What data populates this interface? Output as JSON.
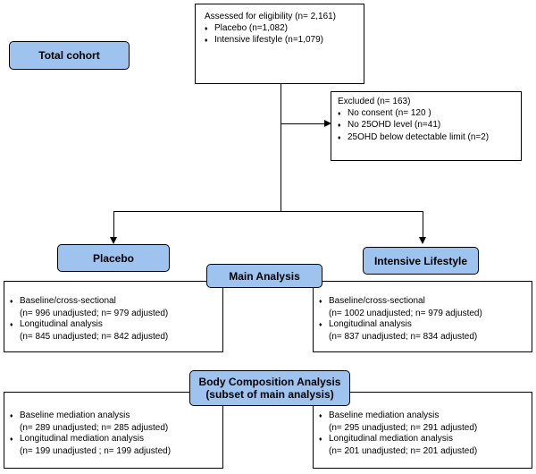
{
  "assessed": {
    "title": "Assessed for eligibility (n= 2,161)",
    "items": [
      "Placebo (n=1,082)",
      "Intensive lifestyle (n=1,079)"
    ]
  },
  "total_cohort": "Total cohort",
  "excluded": {
    "title": "Excluded  (n= 163)",
    "items": [
      "No consent (n= 120 )",
      "No 25OHD level (n=41)",
      "25OHD below detectable limit (n=2)"
    ]
  },
  "placebo": "Placebo",
  "intensive": "Intensive Lifestyle",
  "main_analysis": "Main Analysis",
  "main_left": {
    "baseline": "Baseline/cross-sectional",
    "baseline_n": "(n= 996 unadjusted; n= 979 adjusted)",
    "long": "Longitudinal analysis",
    "long_n": "(n= 845 unadjusted; n= 842 adjusted)"
  },
  "main_right": {
    "baseline": "Baseline/cross-sectional",
    "baseline_n": "(n= 1002 unadjusted; n= 979 adjusted)",
    "long": "Longitudinal analysis",
    "long_n": "(n= 837 unadjusted; n= 834 adjusted)"
  },
  "body_comp": {
    "line1": "Body Composition Analysis",
    "line2": "(subset of main analysis)"
  },
  "bc_left": {
    "baseline": "Baseline mediation analysis",
    "baseline_n": "(n= 289 unadjusted; n= 285 adjusted)",
    "long": "Longitudinal mediation analysis",
    "long_n": "(n= 199 unadjusted ; n= 199 adjusted)"
  },
  "bc_right": {
    "baseline": "Baseline mediation analysis",
    "baseline_n": "(n= 295 unadjusted; n= 291 adjusted)",
    "long": "Longitudinal mediation analysis",
    "long_n": "(n= 201 unadjusted; n= 201 adjusted)"
  },
  "colors": {
    "pill_fill": "#9dc3ee",
    "border": "#000000"
  }
}
